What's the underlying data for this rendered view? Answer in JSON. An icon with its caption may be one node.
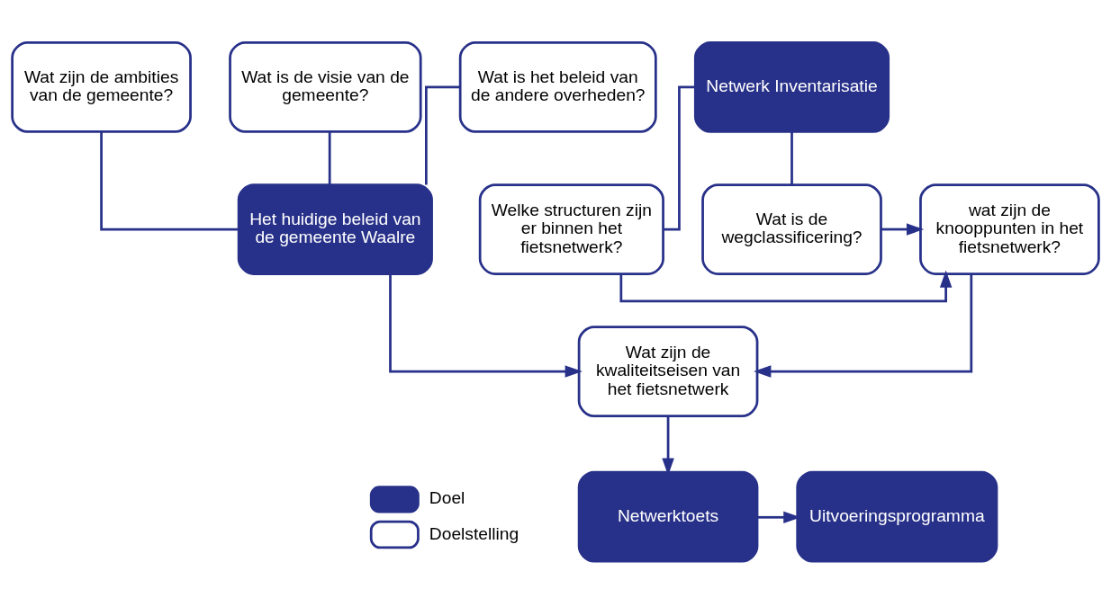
{
  "diagram": {
    "nodes": [
      {
        "text": [
          "Wat zijn de ambities van de gemeente?"
        ]
      },
      {
        "text": [
          "Wat is de visie van de gemeente?"
        ]
      },
      {
        "text": [
          "Wat is het beleid van de andere overheden?"
        ]
      },
      {
        "text": [
          "Het huidige beleid van de gemeente Waalre"
        ]
      },
      {
        "text": [
          "Netwerk Inventarisatie"
        ]
      },
      {
        "text": [
          "Welke structuren zijn er binnen het fietsnetwerk?"
        ]
      },
      {
        "text": [
          "wat zijn de knooppunten in het fietsnetwerk?"
        ]
      },
      {
        "text": [
          "Wat is de wegclassificering?"
        ]
      },
      {
        "text": [
          "Wat zijn de kwaliteitseisen van het fietsnetwerk"
        ]
      },
      {
        "text": [
          "Netwerktoets"
        ]
      },
      {
        "text": [
          "Uitvoeringsprogramma"
        ]
      }
    ],
    "edges": [
      {
        "from": 0,
        "to": 3,
        "arrow": "none"
      },
      {
        "from": 1,
        "to": 3,
        "arrow": "none"
      },
      {
        "from": 2,
        "to": 3,
        "arrow": "none"
      },
      {
        "from": 4,
        "to": 5,
        "arrow": "none"
      },
      {
        "from": 4,
        "to": 7,
        "arrow": "none"
      },
      {
        "from": 5,
        "to": 6,
        "arrow": "to"
      },
      {
        "from": 7,
        "to": 6,
        "arrow": "to"
      },
      {
        "from": 3,
        "to": 8,
        "arrow": "to"
      },
      {
        "from": 6,
        "to": 8,
        "arrow": "to"
      },
      {
        "from": 8,
        "to": 9,
        "arrow": "to"
      },
      {
        "from": 9,
        "to": 10,
        "arrow": "to"
      }
    ],
    "legend": [
      {
        "text": "Doel",
        "color": "#283189"
      },
      {
        "text": "Doelstelling"
      }
    ]
  }
}
